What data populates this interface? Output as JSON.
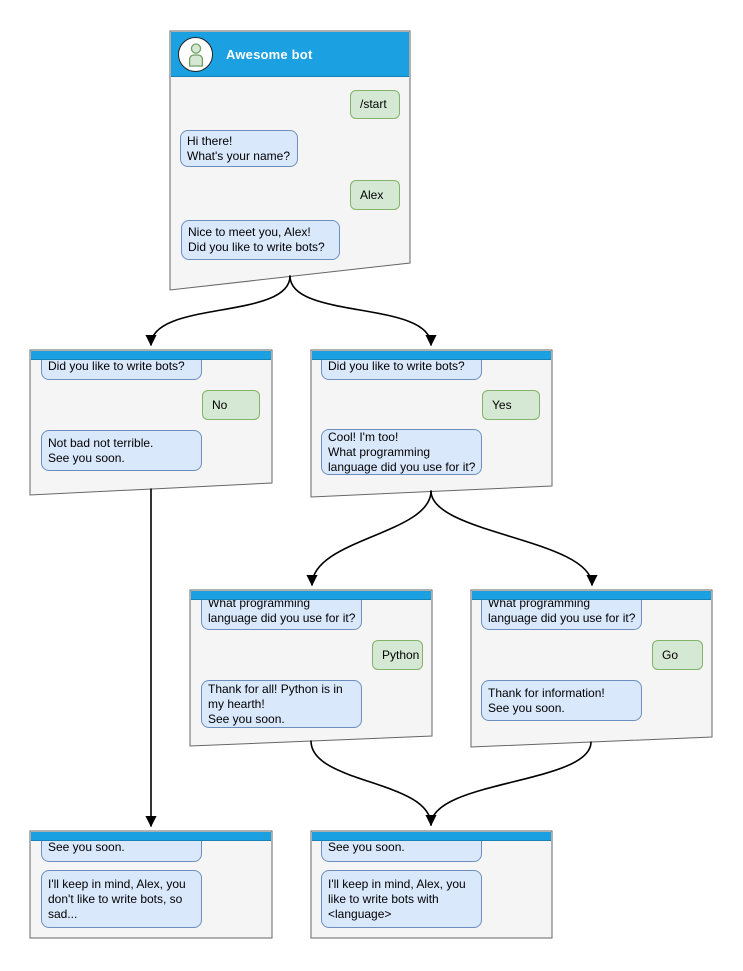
{
  "colors": {
    "header": "#1BA1E2",
    "headerEdge": "#1583B8",
    "windowFill": "#F5F5F5",
    "windowBorder": "#666666",
    "botBubble": "#DAE8FC",
    "botBubbleBorder": "#6C8EBF",
    "userBubble": "#D5E8D4",
    "userBubbleBorder": "#82B366",
    "connector": "#000000",
    "titleText": "#FFFFFF",
    "messageText": "#000000"
  },
  "windows": {
    "main": {
      "title": "Awesome bot",
      "messages": {
        "start": "/start",
        "greeting": "Hi there!\nWhat's your name?",
        "name": "Alex",
        "question": "Nice to meet you, Alex!\nDid you like to write bots?"
      }
    },
    "branch_no": {
      "question": "Did you like to write bots?",
      "answer": "No",
      "reply": "Not bad not terrible.\nSee you soon."
    },
    "branch_yes": {
      "question": "Did you like to write bots?",
      "answer": "Yes",
      "reply": "Cool! I'm too!\nWhat programming\nlanguage did you use for it?"
    },
    "branch_python": {
      "question": "What programming\nlanguage did you use for it?",
      "answer": "Python",
      "reply": "Thank for all! Python is in\nmy hearth!\nSee you soon."
    },
    "branch_go": {
      "question": "What programming\nlanguage did you use for it?",
      "answer": "Go",
      "reply": "Thank for information!\nSee you soon."
    },
    "end_no": {
      "question": "See you soon.",
      "reply": "I'll keep in mind, Alex, you\ndon't like to write bots, so\nsad..."
    },
    "end_yes": {
      "question": "See you soon.",
      "reply": "I'll keep in mind, Alex, you\nlike to write bots with\n<language>"
    }
  }
}
